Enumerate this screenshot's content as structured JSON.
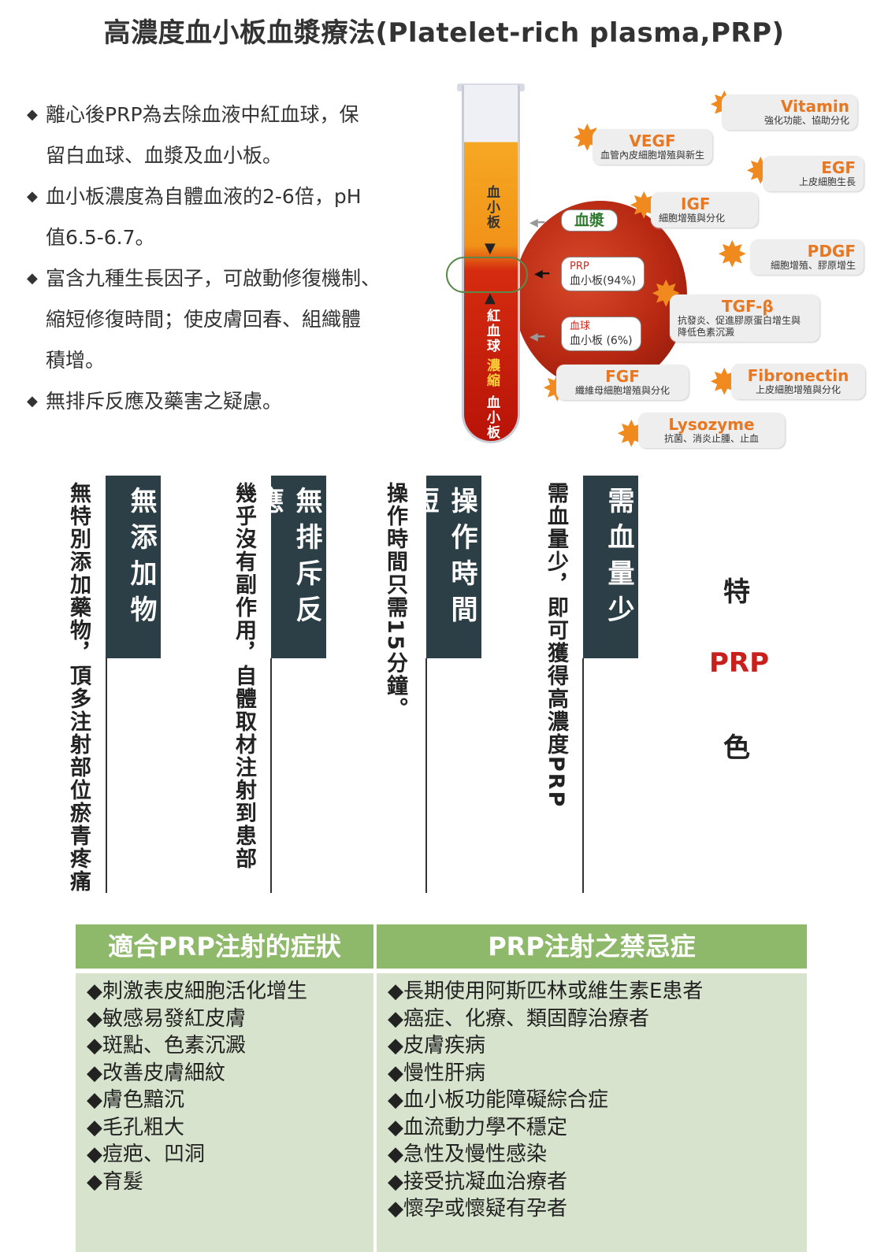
{
  "title": "高濃度血小板血漿療法(Platelet-rich plasma,PRP)",
  "bullets": [
    {
      "line1": "離心後PRP為去除血液中紅血球，保",
      "line2": "留白血球、血漿及血小板。"
    },
    {
      "line1": "血小板濃度為自體血液的2-6倍，pH",
      "line2": "值6.5-6.7。"
    },
    {
      "line1": "富含九種生長因子，可啟動修復機制、",
      "line2": "縮短修復時間；使皮膚回春、組織體",
      "line3": "積增。"
    },
    {
      "line1": "無排斥反應及藥害之疑慮。"
    }
  ],
  "bullet_symbol": "◆",
  "tube": {
    "upper_label": "血小板",
    "lower_label_1": "紅血球",
    "lower_label_2": "濃縮",
    "lower_label_3": "血小板"
  },
  "labels": {
    "plasma": "血漿",
    "prp_tag": "PRP",
    "prp_value": "血小板(94%)",
    "rbc_tag": "血球",
    "rbc_value": "血小板 (6%)"
  },
  "growth_factors": [
    {
      "name": "Vitamin",
      "desc": "強化功能、協助分化"
    },
    {
      "name": "VEGF",
      "desc": "血管內皮細胞增殖與新生"
    },
    {
      "name": "EGF",
      "desc": "上皮細胞生長"
    },
    {
      "name": "IGF",
      "desc": "細胞增殖與分化"
    },
    {
      "name": "PDGF",
      "desc": "細胞增殖、膠原增生"
    },
    {
      "name": "TGF-β",
      "desc": "抗發炎、促進膠原蛋白增生與",
      "desc2": "降低色素沉澱"
    },
    {
      "name": "FGF",
      "desc": "纖維母細胞增殖與分化"
    },
    {
      "name": "Fibronectin",
      "desc": "上皮細胞增殖與分化"
    },
    {
      "name": "Lysozyme",
      "desc": "抗菌、消炎止腫、止血"
    }
  ],
  "features": [
    {
      "head": "無添加物",
      "text": "無特別添加藥物，頂多注射部位瘀青疼痛"
    },
    {
      "head": "無排斥反應",
      "text": "幾乎沒有副作用，自體取材注射到患部"
    },
    {
      "head": "操作時間短",
      "text": "操作時間只需15分鐘。"
    },
    {
      "head": "需血量少",
      "text": "需血量少，即可獲得高濃度PRP"
    }
  ],
  "side": {
    "char1": "特",
    "char2": "PRP",
    "char3": "色"
  },
  "colors": {
    "accent_red": "#c8201c",
    "table_header": "#8fb96a",
    "table_body": "#d7e3cc",
    "feature_head": "#2c3e46",
    "growth_factor": "#e87722"
  },
  "table": {
    "left_header": "適合PRP注射的症狀",
    "right_header": "PRP注射之禁忌症",
    "left_items": [
      "◆刺激表皮細胞活化增生",
      "◆敏感易發紅皮膚",
      "◆斑點、色素沉澱",
      "◆改善皮膚細紋",
      "◆膚色黯沉",
      "◆毛孔粗大",
      "◆痘疤、凹洞",
      "◆育髮"
    ],
    "right_items": [
      "◆長期使用阿斯匹林或維生素E患者",
      "◆癌症、化療、類固醇治療者",
      "◆皮膚疾病",
      "◆慢性肝病",
      "◆血小板功能障礙綜合症",
      "◆血流動力學不穩定",
      "◆急性及慢性感染",
      "◆接受抗凝血治療者",
      "◆懷孕或懷疑有孕者"
    ]
  }
}
